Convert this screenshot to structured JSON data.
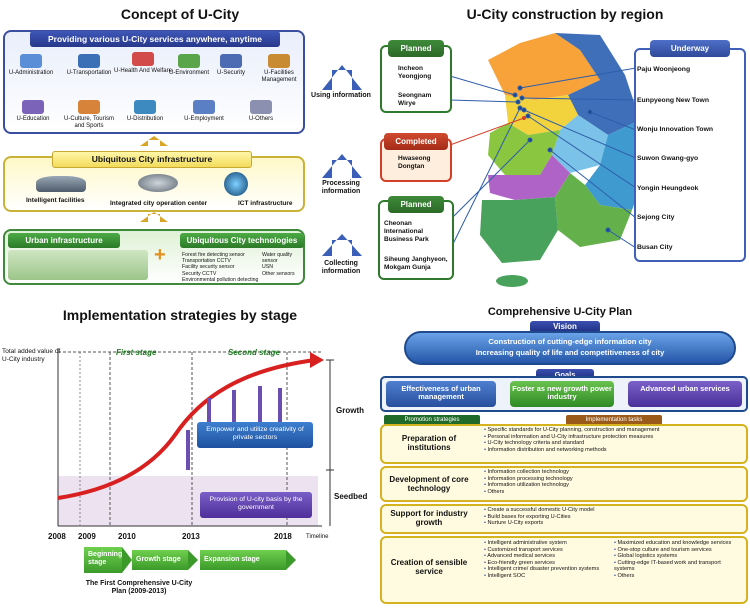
{
  "concept": {
    "title": "Concept of U-City",
    "services_header": "Providing various U-City services anywhere, anytime",
    "services": [
      "U-Administration",
      "U-Transportation",
      "U-Health And Welfare",
      "U-Environment",
      "U-Security",
      "U-Facilities Management",
      "U-Education",
      "U-Culture, Tourism and Sports",
      "U-Distribution",
      "U-Employment",
      "U-Others"
    ],
    "infra_header": "Ubiquitous City infrastructure",
    "infra_items": [
      "Intelligent facilities",
      "Integrated city operation center",
      "ICT infrastructure"
    ],
    "urban_infra": "Urban infrastructure",
    "tech_header": "Ubiquitous City technologies",
    "tech_items_left": [
      "Forest fire detecting sensor",
      "Transportation CCTV",
      "Facility security sensor",
      "Security CCTV",
      "Environmental pollution detecting"
    ],
    "tech_items_right": [
      "Water quality sensor",
      "USN",
      "Other sensors"
    ],
    "arrows": [
      "Using information",
      "Processing information",
      "Collecting information"
    ]
  },
  "region": {
    "title": "U-City construction by region",
    "planned_tag": "Planned",
    "planned_top": [
      "Incheon Yeongjong",
      "Seongnam Wirye"
    ],
    "completed_tag": "Completed",
    "completed": [
      "Hwaseong Dongtan"
    ],
    "planned_tag2": "Planned",
    "planned_bottom": [
      "Cheonan International Business Park",
      "Siheung Janghyeon, Mokgam Gunja"
    ],
    "underway_tag": "Underway",
    "underway": [
      "Paju Woonjeong",
      "Eunpyeong New Town",
      "Wonju Innovation Town",
      "Suwon Gwang-gyo",
      "Yongin Heungdeok",
      "Sejong City",
      "Busan City"
    ]
  },
  "implementation": {
    "title": "Implementation strategies by stage",
    "y_label": "Total added value of U-City industry",
    "first_stage": "First stage",
    "second_stage": "Second stage",
    "box_private": "Empower and utilize creativity of private sectors",
    "box_gov": "Provision of U-city basis by the government",
    "growth": "Growth",
    "seedbed": "Seedbed",
    "timeline": "Timeline",
    "years": [
      "2008",
      "2009",
      "2010",
      "2013",
      "2018"
    ],
    "stages": [
      "Beginning stage",
      "Growth stage",
      "Expansion stage"
    ],
    "plan_label": "The First Comprehensive U-City Plan (2009-2013)"
  },
  "plan": {
    "title": "Comprehensive U-City Plan",
    "vision_tag": "Vision",
    "vision_line1": "Construction of cutting-edge information city",
    "vision_line2": "Increasing quality of life and competitiveness of city",
    "goals_tag": "Goals",
    "goals": [
      "Effectiveness of urban management",
      "Foster as new growth power industry",
      "Advanced urban services"
    ],
    "promotion_tag": "Promotion strategies",
    "tasks_tag": "Implementation tasks",
    "rows": [
      {
        "label": "Preparation of institutions",
        "tasks": [
          "Specific standards for U-City planning, construction and management",
          "Personal information and U-City infrastructure protection measures",
          "U-City technology criteria and standard",
          "Information distribution and networking methods"
        ]
      },
      {
        "label": "Development of core technology",
        "tasks": [
          "Information collection  technology",
          "Information processing technology",
          "Information utilization technology",
          "Others"
        ]
      },
      {
        "label": "Support for industry growth",
        "tasks": [
          "Create a successful domestic U-City model",
          "Build bases for exporting U-Cities",
          "Nurture U-City exports"
        ]
      },
      {
        "label": "Creation of sensible service",
        "tasks": [
          "Intelligent administrative system",
          "Customized transport services",
          "Advanced medical services",
          "Eco-friendly green services",
          "Intelligent crime/ disaster prevention systems",
          "Intelligent SOC"
        ],
        "tasks_right": [
          "Maximized education and knowledge services",
          "One-stop culture and tourism services",
          "Global logistics systems",
          "Cutting-edge IT-based work and transport systems",
          "Others"
        ]
      }
    ]
  }
}
